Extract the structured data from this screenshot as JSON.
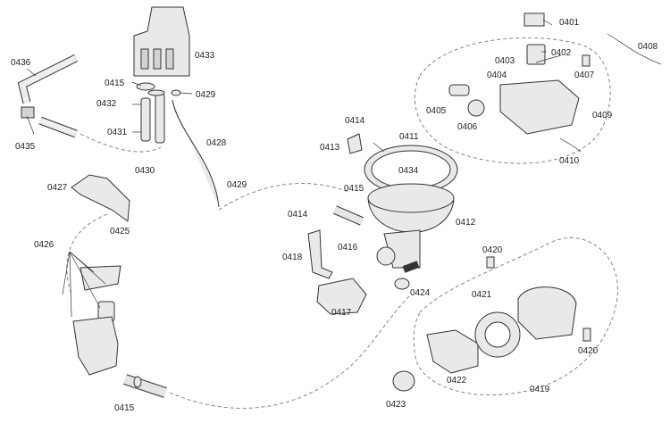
{
  "labels": {
    "p0401": "0401",
    "p0402": "0402",
    "p0403": "0403",
    "p0404": "0404",
    "p0405": "0405",
    "p0406": "0406",
    "p0407": "0407",
    "p0408": "0408",
    "p0409": "0409",
    "p0410": "0410",
    "p0411": "0411",
    "p0412": "0412",
    "p0413": "0413",
    "p0414a": "0414",
    "p0414b": "0414",
    "p0415a": "0415",
    "p0415b": "0415",
    "p0415c": "0415",
    "p0416": "0416",
    "p0417": "0417",
    "p0418": "0418",
    "p0419": "0419",
    "p0420a": "0420",
    "p0420b": "0420",
    "p0421": "0421",
    "p0422": "0422",
    "p0423": "0423",
    "p0424": "0424",
    "p0425": "0425",
    "p0426": "0426",
    "p0427": "0427",
    "p0428": "0428",
    "p0429a": "0429",
    "p0429b": "0429",
    "p0430": "0430",
    "p0431": "0431",
    "p0432": "0432",
    "p0433": "0433",
    "p0434": "0434",
    "p0435": "0435",
    "p0436": "0436"
  }
}
